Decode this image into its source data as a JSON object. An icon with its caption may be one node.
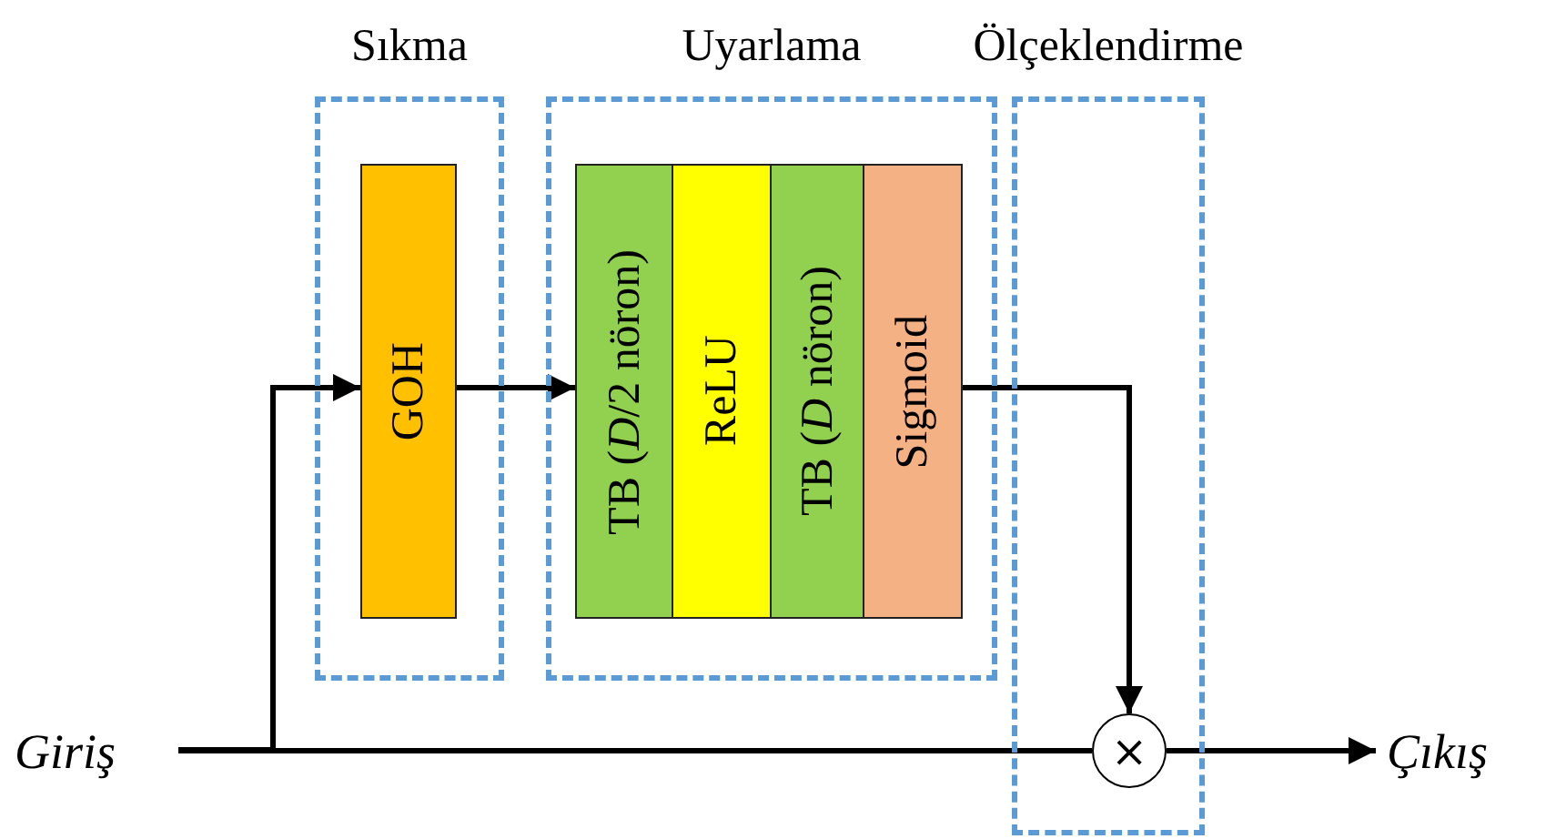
{
  "diagram": {
    "nodes": [
      {
        "text": [
          "Sıkma"
        ]
      },
      {
        "text": [
          "GOH"
        ],
        "in": 0
      },
      {
        "text": [
          "Uyarlama"
        ]
      },
      {
        "text": [
          "TB (*D*/2 nöron)"
        ],
        "in": 2
      },
      {
        "text": [
          "ReLU"
        ],
        "in": 2
      },
      {
        "text": [
          "TB (*D* nöron)"
        ],
        "in": 2
      },
      {
        "text": [
          "Sigmoid"
        ],
        "in": 2
      },
      {
        "text": [
          "Ölçeklendirme"
        ]
      },
      {
        "text": [
          "×"
        ],
        "in": 7
      },
      {
        "text": [
          "Giriş"
        ]
      },
      {
        "text": [
          "Çıkış"
        ]
      }
    ],
    "edges": [
      {
        "from": 9,
        "to": 8,
        "arrow": "none"
      },
      {
        "from": 9,
        "to": 1,
        "arrow": "to"
      },
      {
        "from": 1,
        "to": 3,
        "arrow": "to"
      },
      {
        "from": 6,
        "to": 8,
        "arrow": "to"
      },
      {
        "from": 8,
        "to": 10,
        "arrow": "to"
      }
    ]
  }
}
